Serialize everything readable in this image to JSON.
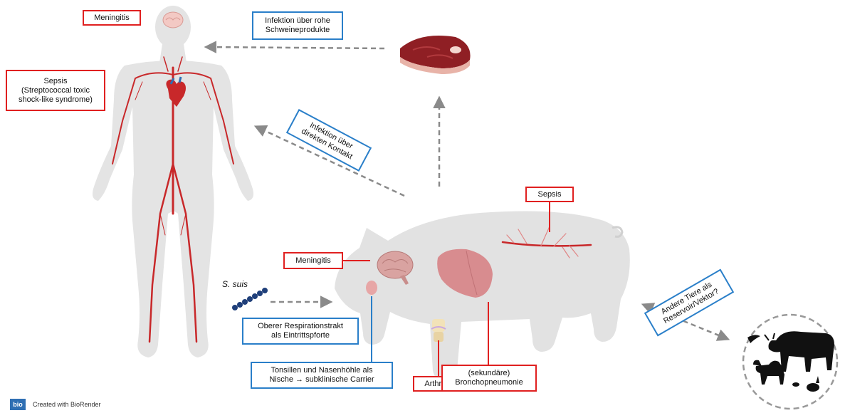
{
  "labels": {
    "meningitis_human": "Meningitis",
    "sepsis_human": "Sepsis\n(Streptococcal toxic\nshock-like syndrome)",
    "infection_raw": "Infektion über rohe\nSchweineprodukte",
    "infection_contact": "Infektion über\ndirekten Kontakt",
    "sepsis_pig": "Sepsis",
    "meningitis_pig": "Meningitis",
    "s_suis": "S. suis",
    "upper_resp": "Oberer Respirationstrakt\nals Eintrittspforte",
    "tonsils": "Tonsillen und Nasenhöhle als\nNische → subklinische Carrier",
    "arthritis": "Arthritis",
    "broncho": "(sekundäre)\nBronchopneumonie",
    "other_animals": "Andere Tiere als\nReservoir/Vektor?"
  },
  "footer": {
    "logo": "bio",
    "text": "Created with BioRender"
  },
  "colors": {
    "red_box": "#e02020",
    "blue_box": "#2a7fc9",
    "body_gray": "#e2e2e2",
    "vessel": "#c8282a",
    "arrow": "#8a8a8a",
    "bacteria": "#1f3f7a"
  }
}
